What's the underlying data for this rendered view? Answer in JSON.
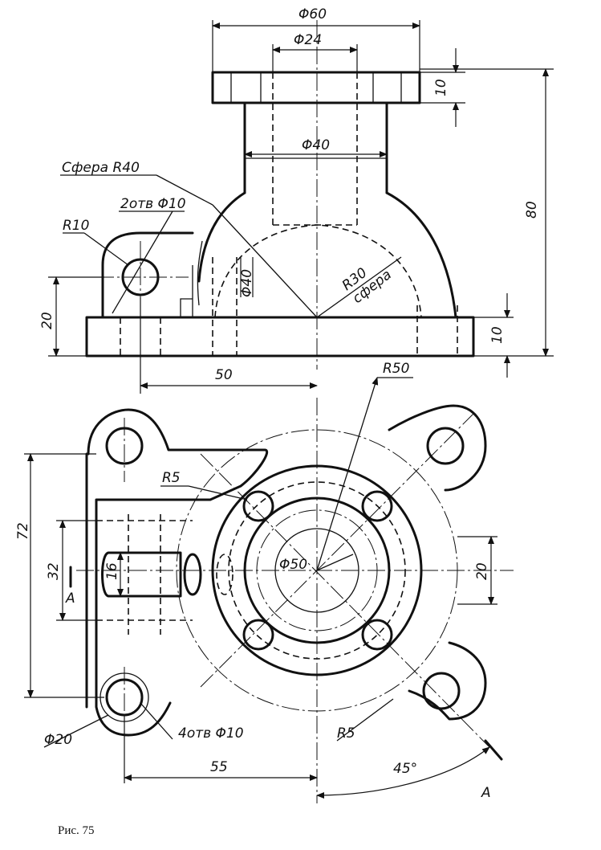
{
  "drawing": {
    "front_view": {
      "dim_d60": "Φ60",
      "dim_d24": "Φ24",
      "dim_d40": "Φ40",
      "dim_h10_top": "10",
      "dim_h80": "80",
      "sphere_r40": "Сфера R40",
      "holes_2": "2отв Φ10",
      "r10": "R10",
      "dim_d40_small": "Φ40",
      "r30_sphere_a": "R30",
      "r30_sphere_b": "сфера",
      "dim_h20": "20",
      "dim_h10_base": "10",
      "dim_50": "50"
    },
    "top_view": {
      "r50": "R50",
      "r5_top": "R5",
      "dim_72": "72",
      "dim_32": "32",
      "dim_16": "16",
      "section_left": "A",
      "d50": "Φ50",
      "dim_20": "20",
      "d20": "Φ20",
      "holes_4": "4отв Φ10",
      "r5_bottom": "R5",
      "dim_55": "55",
      "angle_45": "45°",
      "section_right": "A"
    },
    "caption": "Рис. 75"
  }
}
